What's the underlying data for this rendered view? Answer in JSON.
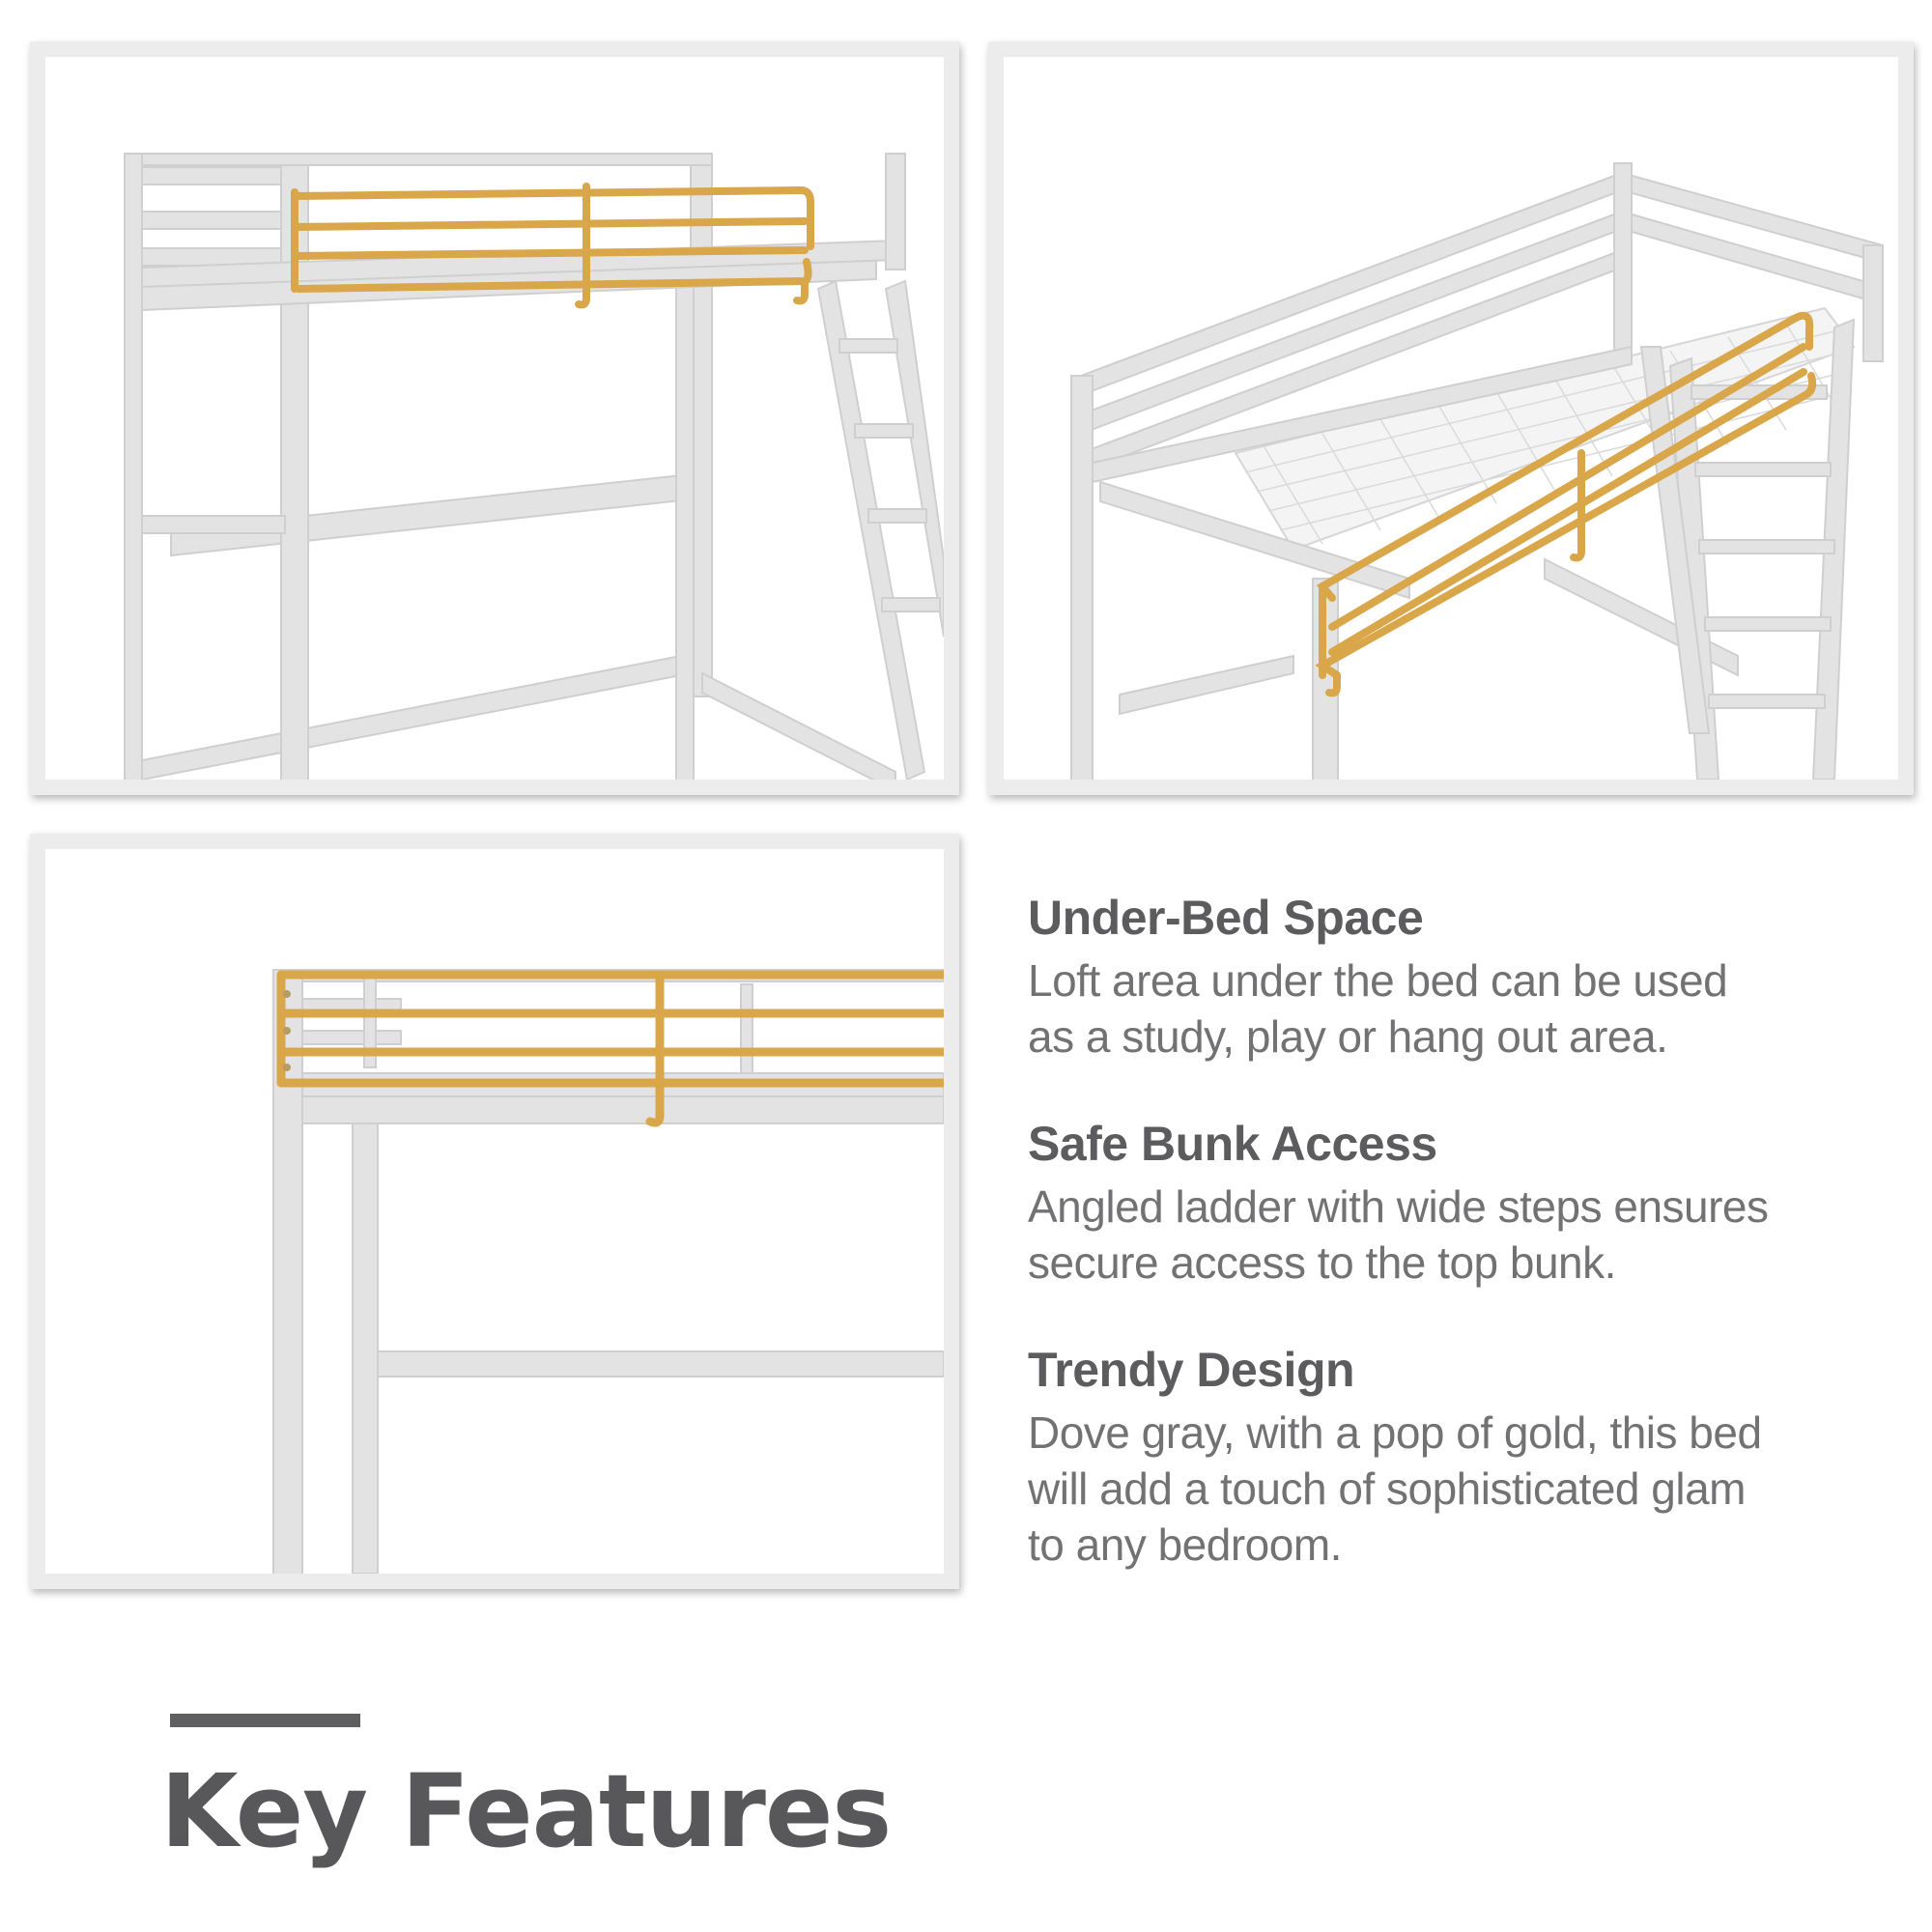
{
  "panels": {
    "front_view": {
      "icon": "loft-bed-front-view-image"
    },
    "angled_view": {
      "icon": "loft-bed-angled-view-image"
    },
    "rail_closeup": {
      "icon": "loft-bed-guardrail-closeup-image"
    }
  },
  "features": [
    {
      "title": "Under-Bed Space",
      "line1": "Loft area under the bed can be used",
      "line2": "as a study, play or hang out area.",
      "line3": ""
    },
    {
      "title": "Safe Bunk Access",
      "line1": "Angled ladder with wide steps ensures",
      "line2": "secure access to the top bunk.",
      "line3": ""
    },
    {
      "title": "Trendy Design",
      "line1": "Dove gray, with a pop of gold, this bed",
      "line2": "will add a touch of sophisticated glam",
      "line3": "to any bedroom."
    }
  ],
  "heading": {
    "text": "Key Features"
  },
  "colors": {
    "frame_gray": "#dcdcdc",
    "gold": "#d9a64a",
    "text": "#6b6b6d",
    "heading": "#58585a"
  }
}
